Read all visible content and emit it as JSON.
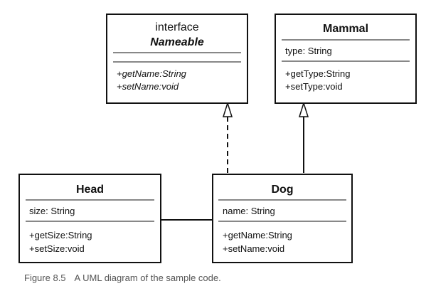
{
  "diagram": {
    "nameable": {
      "stereotype": "interface",
      "name": "Nameable",
      "operations": [
        "+getName:String",
        "+setName:void"
      ]
    },
    "mammal": {
      "name": "Mammal",
      "attributes": [
        "type: String"
      ],
      "operations": [
        "+getType:String",
        "+setType:void"
      ]
    },
    "head": {
      "name": "Head",
      "attributes": [
        "size: String"
      ],
      "operations": [
        "+getSize:String",
        "+setSize:void"
      ]
    },
    "dog": {
      "name": "Dog",
      "attributes": [
        "name: String"
      ],
      "operations": [
        "+getName:String",
        "+setName:void"
      ]
    }
  },
  "caption": {
    "figure_number": "Figure 8.5",
    "text": "A UML diagram of the sample code."
  },
  "colors": {
    "line": "#111111",
    "caption": "#555555",
    "background": "#ffffff"
  }
}
